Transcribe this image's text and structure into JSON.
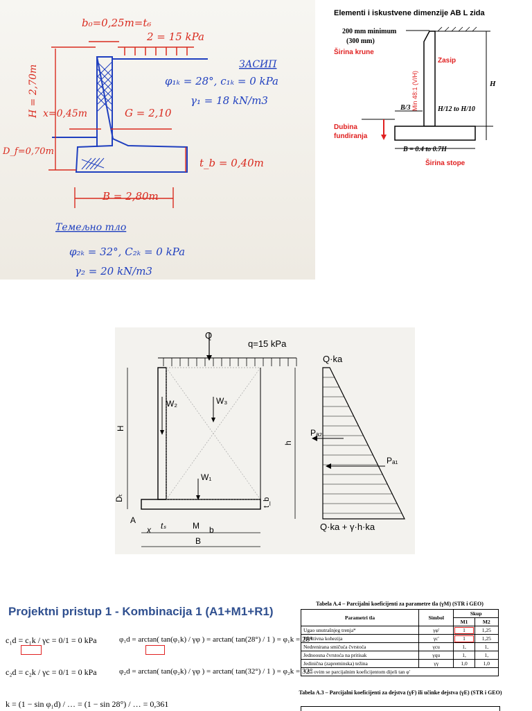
{
  "sketch": {
    "labels": {
      "crown_width": "b₀=0,25m=t₆",
      "crown_marker": "6",
      "surcharge": "2 = 15 kPa",
      "backfill_heading": "ЗАСИП",
      "backfill_phi_c": "φ₁ₖ = 28°, c₁ₖ = 0 kPa",
      "backfill_gamma": "γ₁ = 18 kN/m3",
      "height": "H = 2,70m",
      "toe_length": "x=0,45m",
      "heel_length": "G = 2,10",
      "embedment": "D_f=0,70m",
      "base_thickness": "t_b = 0,40m",
      "base_width": "B = 2,80m",
      "foundation_heading": "Темељно тло",
      "foundation_phi_c": "φ₂ₖ = 32°, C₂ₖ = 0 kPa",
      "foundation_gamma": "γ₂ = 20 kN/m3"
    }
  },
  "dimensions_diagram": {
    "title": "Elementi i iskustvene dimenzije AB L zida",
    "crown_min": "200 mm minimum",
    "crown_alt": "(300 mm)",
    "crown_label": "Širina krune",
    "backfill": "Zasip",
    "batter": "Min 48:1 (V/H)",
    "toe_ratio": "B/3",
    "base_ratio": "H/12 to H/10",
    "height": "H",
    "depth_label_1": "Dubina",
    "depth_label_2": "fundiranja",
    "base_width": "B = 0.4 to 0.7H",
    "base_label": "Širina stope"
  },
  "load_diagram": {
    "Q": "Q",
    "q": "q=15 kPa",
    "Qka": "Q·ka",
    "W2": "W₂",
    "W3": "W₃",
    "W1": "W₁",
    "H": "H",
    "h": "h",
    "Df": "Dₜ",
    "Pa2": "Pₐ₂",
    "Pa1": "Pₐ₁",
    "A": "A",
    "x": "x",
    "ts": "tₛ",
    "M": "M",
    "b": "b",
    "tb": "t_b",
    "B": "B",
    "bottom_pressure": "Q·ka + γ·h·ka"
  },
  "design": {
    "title": "Projektni pristup 1  - Kombinacija 1 (A1+M1+R1)",
    "eq1": {
      "c_lhs": "c₁d = c₁k / γc = 0/1 = 0 kPa",
      "phi": "φ₁d = arctan( tan(φ₁k) / γφ ) = arctan( tan(28°) / 1 ) = φ₁k = 28°"
    },
    "eq2": {
      "c_lhs": "c₂d = c₂k / γc = 0/1 = 0 kPa",
      "phi": "φ₂d = arctan( tan(φ₂k) / γφ ) = arctan( tan(32°) / 1 ) = φ₂k = 32°"
    },
    "eq3": "k = (1 − sin φ₁d) / … = (1 − sin 28°) / … = 0,361"
  },
  "table_a4": {
    "caption": "Tabela A.4 – Parcijalni koeficijenti za parametre tla (γM) (STR i GEO)",
    "headers": {
      "param": "Parametri tla",
      "symbol": "Simbol",
      "set": "Skup",
      "m1": "M1",
      "m2": "M2"
    },
    "rows": [
      {
        "param": "Ugao unutrašnjeg trenja*",
        "symbol": "γφ'",
        "m1": "1",
        "m2": "1,25"
      },
      {
        "param": "Efektivna kohezija",
        "symbol": "γc'",
        "m1": "1",
        "m2": "1,25"
      },
      {
        "param": "Nedrenirana smičuća čvrstoća",
        "symbol": "γcu",
        "m1": "1,",
        "m2": "1,"
      },
      {
        "param": "Jednoosna čvrstoća na pritisak",
        "symbol": "γqu",
        "m1": "1,",
        "m2": "1,"
      },
      {
        "param": "Jedinična (zapreminska) težina",
        "symbol": "γγ",
        "m1": "1,0",
        "m2": "1,0"
      }
    ],
    "footnote": "* Sa ovim se parcijalnim koeficijentom dijeli tan φ'"
  },
  "table_a3": {
    "caption": "Tabela A.3 – Parcijalni koeficijenti za dejstva (γF) ili učinke dejstva (γE) (STR i GEO)"
  },
  "colors": {
    "ink_red": "#d92a1e",
    "ink_blue": "#1f3fbf",
    "title_blue": "#2f4f8f",
    "paper": "#f4f3ef",
    "highlight": "#e02020"
  }
}
